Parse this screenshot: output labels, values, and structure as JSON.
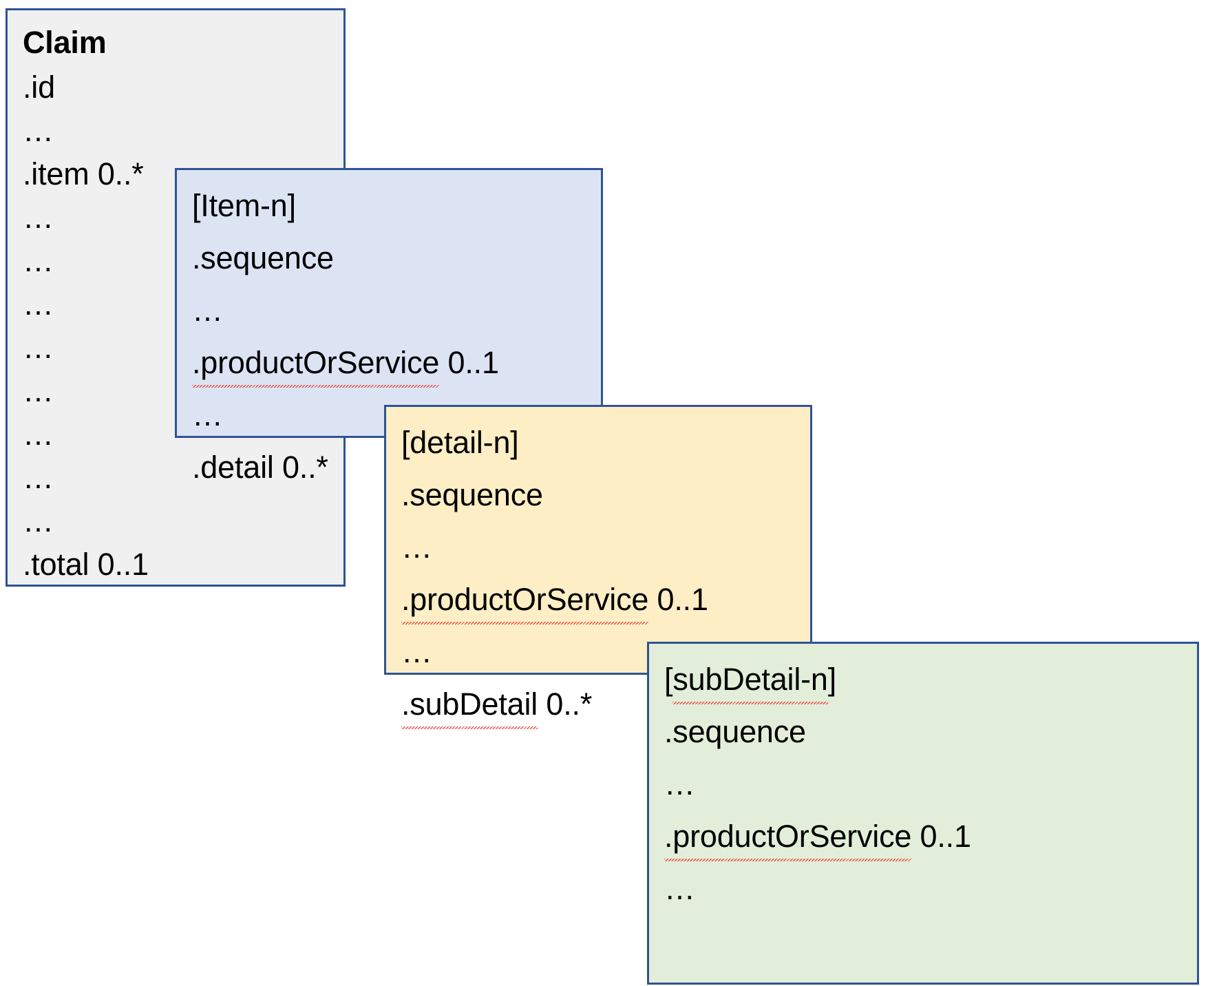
{
  "diagram": {
    "title": "FHIR Claim resource nesting structure",
    "colors": {
      "border": "#2e5494",
      "claim_fill": "#f0f0f0",
      "item_fill": "#dce4f3",
      "detail_fill": "#fdeec5",
      "subdetail_fill": "#e3eeda",
      "spellcheck_underline": "#e8433a",
      "text": "#000000"
    },
    "nodes": [
      {
        "id": "claim",
        "heading": "Claim",
        "lines": [
          {
            "text": "Claim",
            "bold": true,
            "misspelled": false
          },
          {
            "text": ".id",
            "bold": false,
            "misspelled": false
          },
          {
            "text": "…",
            "bold": false,
            "misspelled": false
          },
          {
            "text": ".item 0..*",
            "bold": false,
            "misspelled": false
          },
          {
            "text": "…",
            "bold": false,
            "misspelled": false
          },
          {
            "text": "…",
            "bold": false,
            "misspelled": false
          },
          {
            "text": "…",
            "bold": false,
            "misspelled": false
          },
          {
            "text": "…",
            "bold": false,
            "misspelled": false
          },
          {
            "text": "…",
            "bold": false,
            "misspelled": false
          },
          {
            "text": "…",
            "bold": false,
            "misspelled": false
          },
          {
            "text": "…",
            "bold": false,
            "misspelled": false
          },
          {
            "text": "…",
            "bold": false,
            "misspelled": false
          },
          {
            "text": ".total 0..1",
            "bold": false,
            "misspelled": false
          }
        ]
      },
      {
        "id": "item",
        "heading": "[Item-n]",
        "lines": [
          {
            "text": "[Item-n]",
            "bold": false,
            "misspelled": false
          },
          {
            "text": ".sequence",
            "bold": false,
            "misspelled": false
          },
          {
            "text": "…",
            "bold": false,
            "misspelled": false
          },
          {
            "text": ".productOrService 0..1",
            "bold": false,
            "misspelled": true,
            "misspelled_part": ".productOrService"
          },
          {
            "text": "…",
            "bold": false,
            "misspelled": false
          },
          {
            "text": ".detail 0..*",
            "bold": false,
            "misspelled": false
          }
        ]
      },
      {
        "id": "detail",
        "heading": "[detail-n]",
        "lines": [
          {
            "text": "[detail-n]",
            "bold": false,
            "misspelled": false
          },
          {
            "text": ".sequence",
            "bold": false,
            "misspelled": false
          },
          {
            "text": "…",
            "bold": false,
            "misspelled": false
          },
          {
            "text": ".productOrService 0..1",
            "bold": false,
            "misspelled": true,
            "misspelled_part": ".productOrService"
          },
          {
            "text": "…",
            "bold": false,
            "misspelled": false
          },
          {
            "text": ".subDetail 0..*",
            "bold": false,
            "misspelled": true,
            "misspelled_part": ".subDetail"
          }
        ]
      },
      {
        "id": "subdetail",
        "heading": "[subDetail-n]",
        "lines": [
          {
            "text": "[subDetail-n]",
            "bold": false,
            "misspelled": true,
            "misspelled_part": "subDetail-n"
          },
          {
            "text": ".sequence",
            "bold": false,
            "misspelled": false
          },
          {
            "text": "…",
            "bold": false,
            "misspelled": false
          },
          {
            "text": ".productOrService 0..1",
            "bold": false,
            "misspelled": true,
            "misspelled_part": ".productOrService"
          },
          {
            "text": "…",
            "bold": false,
            "misspelled": false
          }
        ]
      }
    ]
  },
  "claim": {
    "l0": "Claim",
    "l1": ".id",
    "l2": "…",
    "l3": ".item 0..*",
    "l4": "…",
    "l5": "…",
    "l6": "…",
    "l7": "…",
    "l8": "…",
    "l9": "…",
    "l10": "…",
    "l11": "…",
    "l12": ".total 0..1"
  },
  "item": {
    "l0": "[Item-n]",
    "l1": ".sequence",
    "l2": "…",
    "l3a": ".productOrService",
    "l3b": " 0..1",
    "l4": "…",
    "l5": ".detail 0..*"
  },
  "detail": {
    "l0": "[detail-n]",
    "l1": ".sequence",
    "l2": "…",
    "l3a": ".productOrService",
    "l3b": " 0..1",
    "l4": "…",
    "l5a": ".subDetail",
    "l5b": " 0..*"
  },
  "subdetail": {
    "l0a": "[",
    "l0b": "subDetail-n",
    "l0c": "]",
    "l1": ".sequence",
    "l2": "…",
    "l3a": ".productOrService",
    "l3b": " 0..1",
    "l4": "…"
  }
}
